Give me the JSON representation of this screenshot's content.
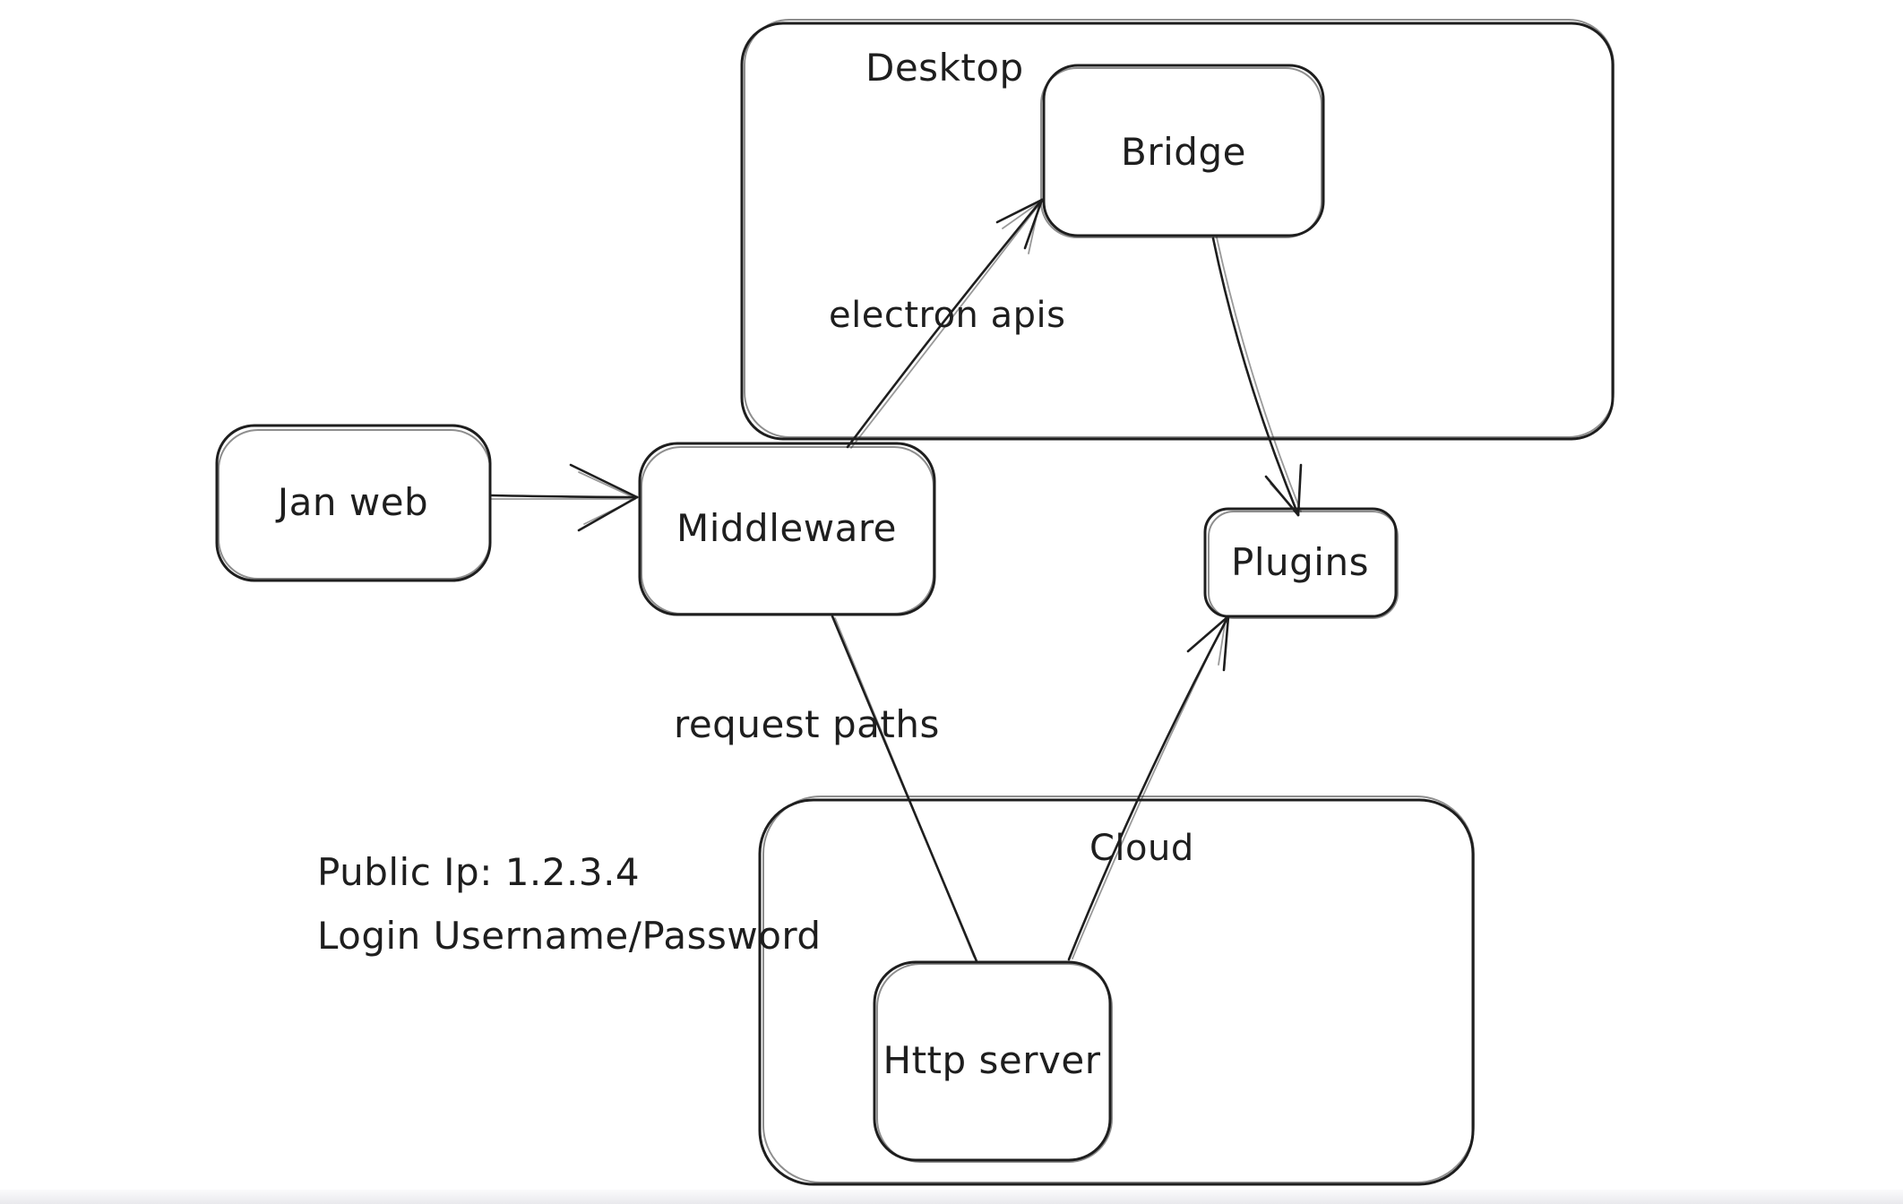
{
  "canvas": {
    "background": "#ffffff",
    "ink_color": "#1e1e1e",
    "bottom_edge_gradient_top": "#fbfbfc",
    "bottom_edge_gradient_bottom": "#e9e9ed"
  },
  "nodes": {
    "desktop": {
      "label": "Desktop",
      "kind": "container"
    },
    "bridge": {
      "label": "Bridge",
      "kind": "box"
    },
    "jan_web": {
      "label": "Jan web",
      "kind": "box"
    },
    "middleware": {
      "label": "Middleware",
      "kind": "box"
    },
    "plugins": {
      "label": "Plugins",
      "kind": "box"
    },
    "cloud": {
      "label": "Cloud",
      "kind": "container"
    },
    "http_server": {
      "label": "Http server",
      "kind": "box"
    }
  },
  "edges": {
    "jan_web_to_middleware": {
      "from": "jan_web",
      "to": "middleware",
      "label": "",
      "arrowhead": "end"
    },
    "middleware_to_bridge": {
      "from": "middleware",
      "to": "bridge",
      "label": "electron apis",
      "arrowhead": "end"
    },
    "bridge_to_plugins": {
      "from": "bridge",
      "to": "plugins",
      "label": "",
      "arrowhead": "end"
    },
    "middleware_to_http_server": {
      "from": "middleware",
      "to": "http_server",
      "label": "request paths",
      "arrowhead": "none"
    },
    "http_server_to_plugins": {
      "from": "http_server",
      "to": "plugins",
      "label": "",
      "arrowhead": "end"
    }
  },
  "edge_labels": {
    "electron_apis": "electron apis",
    "request_paths": "request paths"
  },
  "annotations": {
    "public_ip": "Public Ip: 1.2.3.4",
    "login": "Login Username/Password"
  }
}
